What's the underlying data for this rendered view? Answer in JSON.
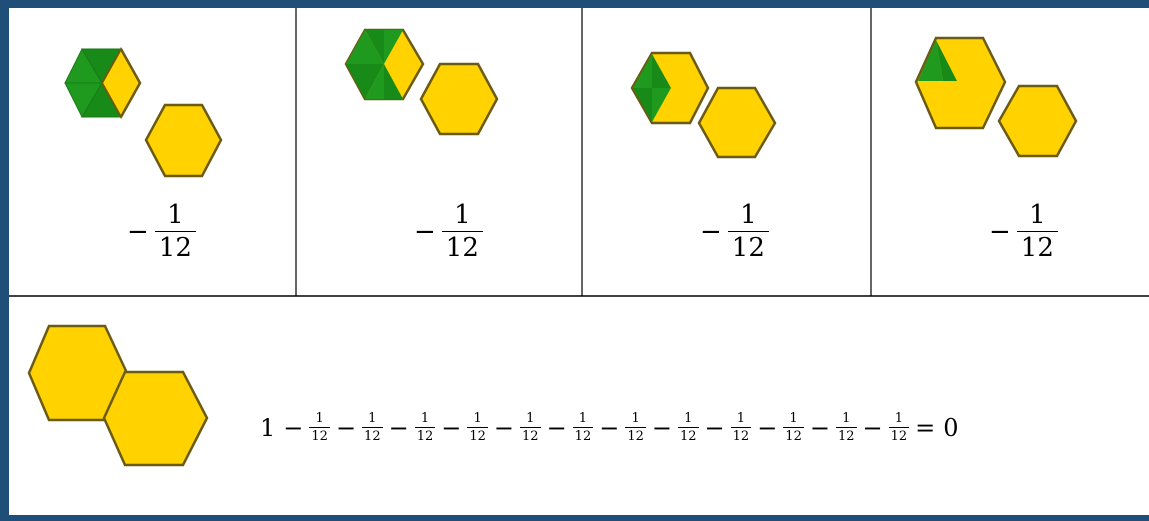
{
  "panels": [
    {
      "minus": "−",
      "numerator": "1",
      "denominator": "12"
    },
    {
      "minus": "−",
      "numerator": "1",
      "denominator": "12"
    },
    {
      "minus": "−",
      "numerator": "1",
      "denominator": "12"
    },
    {
      "minus": "−",
      "numerator": "1",
      "denominator": "12"
    }
  ],
  "equation": {
    "start": "1",
    "term_numerator": "1",
    "term_denominator": "12",
    "operator": "−",
    "term_count": 12,
    "equals": "=",
    "result": "0"
  },
  "colors": {
    "frame": "#1f4e79",
    "yellow_fill": "#ffd200",
    "green_fill": "#1f9a1f",
    "outline": "#6b5a12"
  }
}
